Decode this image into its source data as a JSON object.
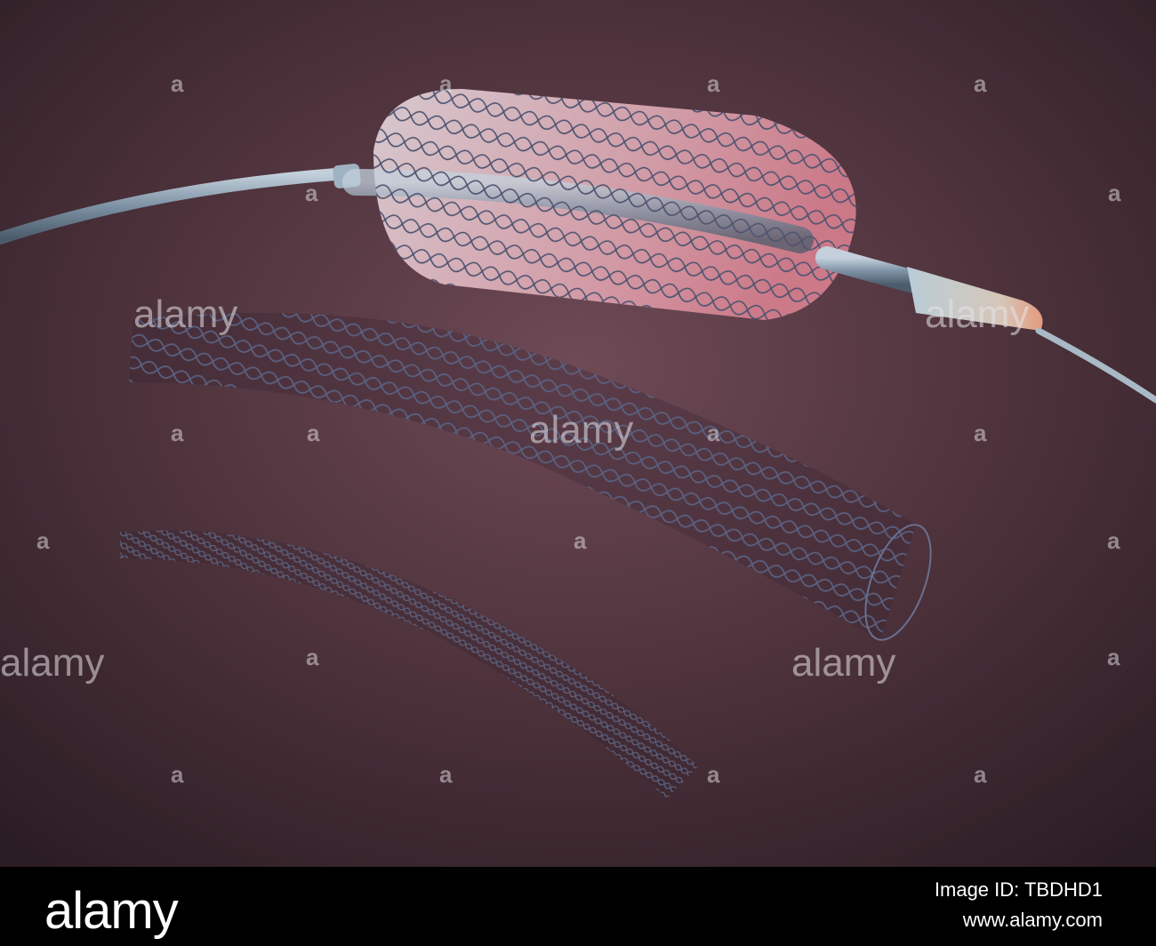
{
  "watermark": {
    "brand": "alamy",
    "colors": {
      "text": "#e8e4e8"
    }
  },
  "footer": {
    "brand": "alamy",
    "image_id": "Image ID: TBDHD1",
    "site": "www.alamy.com",
    "background": "#000000",
    "text_color": "#ffffff"
  },
  "scene": {
    "background_center": "#6b4752",
    "background_edge": "#2f1f27",
    "balloon_color": "#e6a6b0",
    "catheter_color": "#8fa6b8",
    "stent_color": "#6a6f8a"
  }
}
